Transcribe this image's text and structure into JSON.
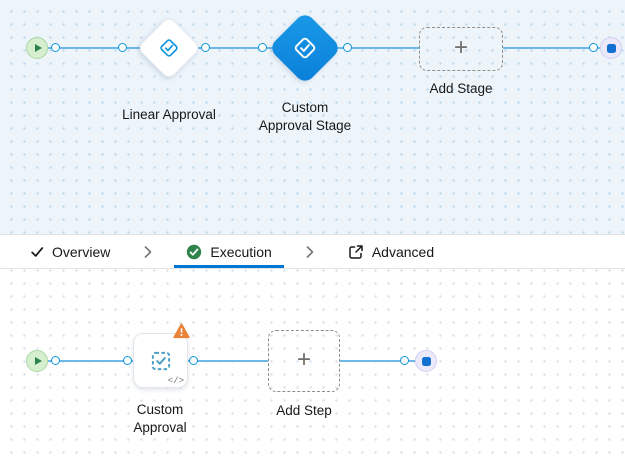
{
  "colors": {
    "accent_blue": "#0b96de",
    "selected_stage": "#0e8be4",
    "success_green": "#2e844a",
    "warning_orange": "#e8833a",
    "connector": "#6cb8e8"
  },
  "top_flow": {
    "stages": [
      {
        "label": "Linear Approval",
        "state": "default"
      },
      {
        "label": "Custom Approval Stage",
        "state": "selected"
      }
    ],
    "add_button_label": "Add Stage"
  },
  "tab_bar": {
    "tabs": [
      {
        "label": "Overview",
        "icon": "check-icon",
        "active": false
      },
      {
        "label": "Execution",
        "icon": "success-check-icon",
        "active": true
      },
      {
        "label": "Advanced",
        "icon": "advanced-icon",
        "active": false
      }
    ]
  },
  "bottom_flow": {
    "step": {
      "label": "Custom Approval",
      "warning": true,
      "code_badge": "</>"
    },
    "add_button_label": "Add Step"
  },
  "glyphs": {
    "plus": "+"
  }
}
